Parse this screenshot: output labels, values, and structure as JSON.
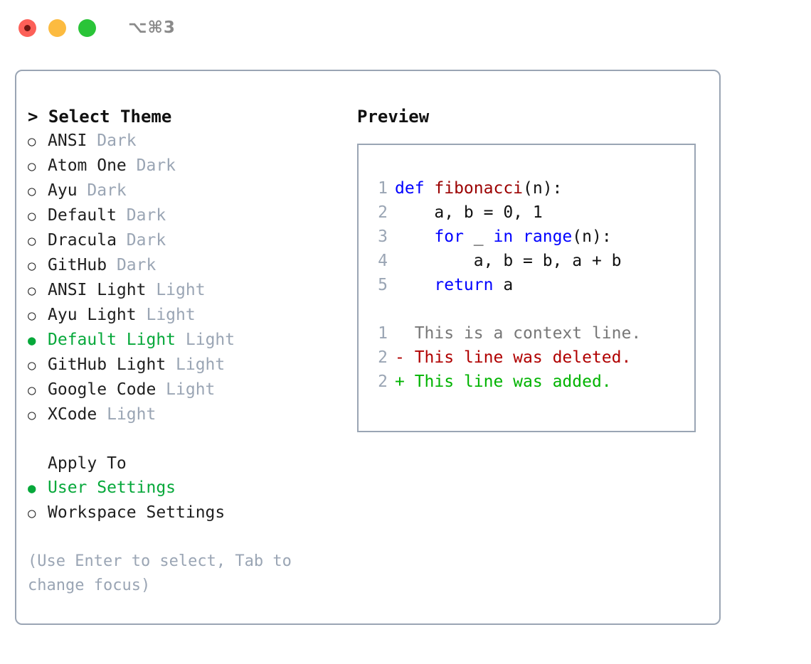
{
  "titlebar": {
    "shortcut": "⌥⌘3",
    "lights": [
      {
        "name": "close",
        "color": "#fc6058"
      },
      {
        "name": "minimize",
        "color": "#fcbb40"
      },
      {
        "name": "zoom",
        "color": "#2ac438"
      }
    ]
  },
  "themes": {
    "heading": "> Select Theme",
    "selected_bullet": "●",
    "unselected_bullet": "○",
    "items": [
      {
        "name": "ANSI",
        "tag": "Dark",
        "selected": false
      },
      {
        "name": "Atom One",
        "tag": "Dark",
        "selected": false
      },
      {
        "name": "Ayu",
        "tag": "Dark",
        "selected": false
      },
      {
        "name": "Default",
        "tag": "Dark",
        "selected": false
      },
      {
        "name": "Dracula",
        "tag": "Dark",
        "selected": false
      },
      {
        "name": "GitHub",
        "tag": "Dark",
        "selected": false
      },
      {
        "name": "ANSI Light",
        "tag": "Light",
        "selected": false
      },
      {
        "name": "Ayu Light",
        "tag": "Light",
        "selected": false
      },
      {
        "name": "Default Light",
        "tag": "Light",
        "selected": true
      },
      {
        "name": "GitHub Light",
        "tag": "Light",
        "selected": false
      },
      {
        "name": "Google Code",
        "tag": "Light",
        "selected": false
      },
      {
        "name": "XCode",
        "tag": "Light",
        "selected": false
      }
    ]
  },
  "apply_to": {
    "heading": "Apply To",
    "items": [
      {
        "name": "User Settings",
        "selected": true
      },
      {
        "name": "Workspace Settings",
        "selected": false
      }
    ]
  },
  "hint": "(Use Enter to select, Tab to change focus)",
  "preview": {
    "title": "Preview",
    "code_lines": [
      {
        "no": "1",
        "tokens": [
          {
            "t": "def ",
            "c": "kw"
          },
          {
            "t": "fibonacci",
            "c": "fn"
          },
          {
            "t": "(n):",
            "c": "plain"
          }
        ]
      },
      {
        "no": "2",
        "tokens": [
          {
            "t": "    a, b = 0, 1",
            "c": "plain"
          }
        ]
      },
      {
        "no": "3",
        "tokens": [
          {
            "t": "    ",
            "c": "plain"
          },
          {
            "t": "for",
            "c": "kw"
          },
          {
            "t": " _ ",
            "c": "plain"
          },
          {
            "t": "in",
            "c": "kw"
          },
          {
            "t": " ",
            "c": "plain"
          },
          {
            "t": "range",
            "c": "kw"
          },
          {
            "t": "(n):",
            "c": "plain"
          }
        ]
      },
      {
        "no": "4",
        "tokens": [
          {
            "t": "        a, b = b, a + b",
            "c": "plain"
          }
        ]
      },
      {
        "no": "5",
        "tokens": [
          {
            "t": "    ",
            "c": "plain"
          },
          {
            "t": "return",
            "c": "kw"
          },
          {
            "t": " a",
            "c": "plain"
          }
        ]
      }
    ],
    "diff_lines": [
      {
        "no": "1",
        "marker": " ",
        "text": " This is a context line.",
        "c": "ctx"
      },
      {
        "no": "2",
        "marker": "-",
        "text": " This line was deleted.",
        "c": "del"
      },
      {
        "no": "2",
        "marker": "+",
        "text": " This line was added.",
        "c": "add"
      }
    ]
  },
  "colors": {
    "accent_green": "#06a83a",
    "border": "#9aa5b4",
    "muted": "#9aa5b4",
    "keyword_blue": "#0000ff",
    "function_red": "#9b0000",
    "diff_add": "#00b300",
    "diff_del": "#b00000"
  }
}
